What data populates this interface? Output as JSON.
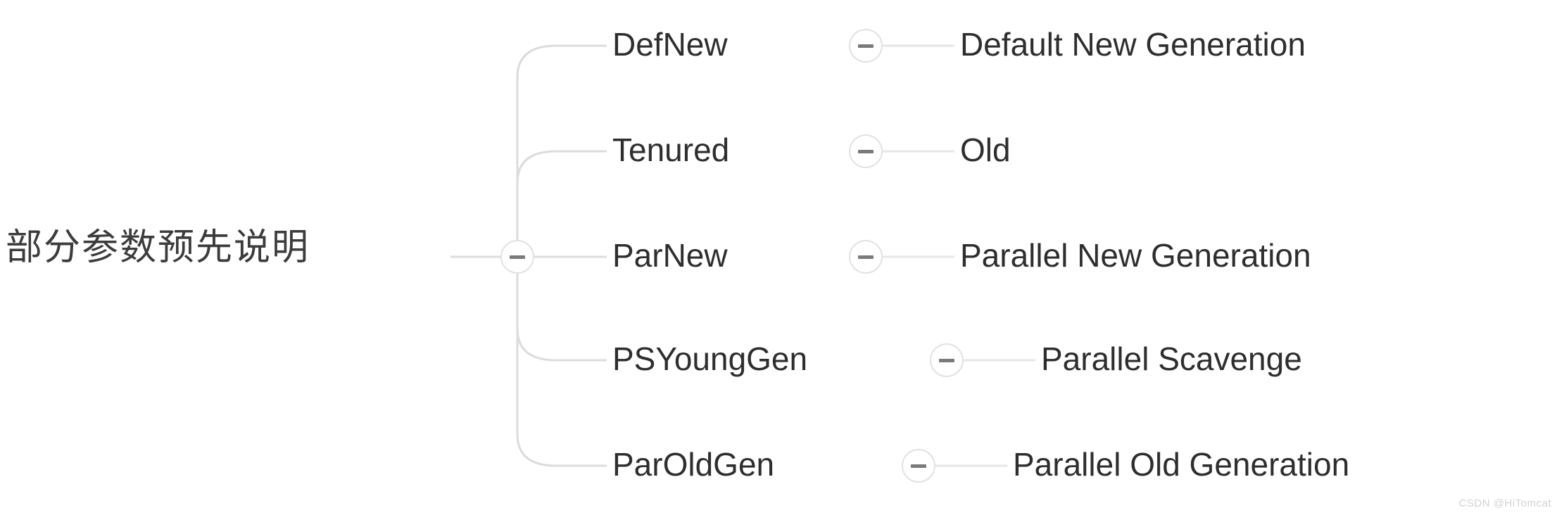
{
  "diagram": {
    "type": "mindmap",
    "orientation": "left-to-right",
    "background_color": "#ffffff",
    "line_color": "#dcdcdc",
    "text_color": "#2e2e2e",
    "root": {
      "label": "部分参数预先说明",
      "toggle_icon": "minus-circle-icon",
      "toggle_state": "expanded"
    },
    "children": [
      {
        "label": "DefNew",
        "toggle_icon": "minus-circle-icon",
        "toggle_state": "expanded",
        "leaf": "Default New Generation"
      },
      {
        "label": "Tenured",
        "toggle_icon": "minus-circle-icon",
        "toggle_state": "expanded",
        "leaf": "Old"
      },
      {
        "label": "ParNew",
        "toggle_icon": "minus-circle-icon",
        "toggle_state": "expanded",
        "leaf": "Parallel New Generation"
      },
      {
        "label": "PSYoungGen",
        "toggle_icon": "minus-circle-icon",
        "toggle_state": "expanded",
        "leaf": "Parallel Scavenge"
      },
      {
        "label": "ParOldGen",
        "toggle_icon": "minus-circle-icon",
        "toggle_state": "expanded",
        "leaf": "Parallel Old Generation"
      }
    ]
  },
  "watermark": {
    "text": "CSDN @HiTomcat"
  }
}
